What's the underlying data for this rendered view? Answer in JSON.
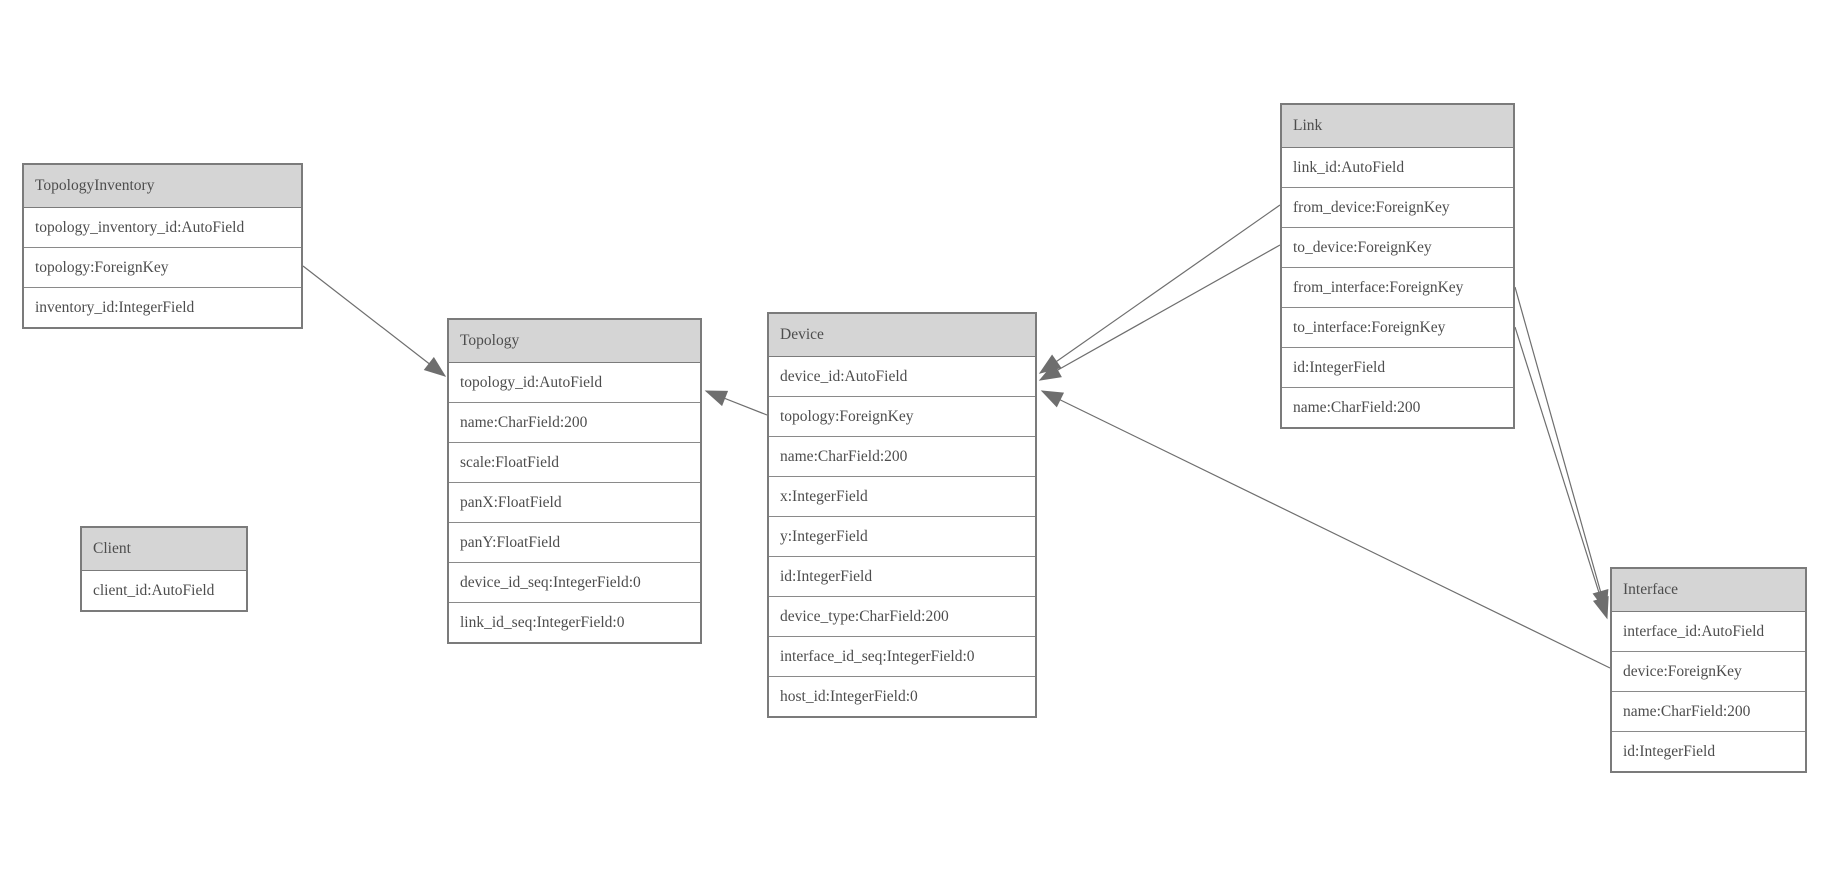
{
  "diagram": {
    "entities": [
      {
        "name": "TopologyInventory",
        "fields": [
          "topology_inventory_id:AutoField",
          "topology:ForeignKey",
          "inventory_id:IntegerField"
        ]
      },
      {
        "name": "Topology",
        "fields": [
          "topology_id:AutoField",
          "name:CharField:200",
          "scale:FloatField",
          "panX:FloatField",
          "panY:FloatField",
          "device_id_seq:IntegerField:0",
          "link_id_seq:IntegerField:0"
        ]
      },
      {
        "name": "Client",
        "fields": [
          "client_id:AutoField"
        ]
      },
      {
        "name": "Device",
        "fields": [
          "device_id:AutoField",
          "topology:ForeignKey",
          "name:CharField:200",
          "x:IntegerField",
          "y:IntegerField",
          "id:IntegerField",
          "device_type:CharField:200",
          "interface_id_seq:IntegerField:0",
          "host_id:IntegerField:0"
        ]
      },
      {
        "name": "Link",
        "fields": [
          "link_id:AutoField",
          "from_device:ForeignKey",
          "to_device:ForeignKey",
          "from_interface:ForeignKey",
          "to_interface:ForeignKey",
          "id:IntegerField",
          "name:CharField:200"
        ]
      },
      {
        "name": "Interface",
        "fields": [
          "interface_id:AutoField",
          "device:ForeignKey",
          "name:CharField:200",
          "id:IntegerField"
        ]
      }
    ],
    "relationships": [
      {
        "from": "TopologyInventory.topology",
        "to": "Topology.topology_id"
      },
      {
        "from": "Device.topology",
        "to": "Topology.topology_id"
      },
      {
        "from": "Link.from_device",
        "to": "Device.device_id"
      },
      {
        "from": "Link.to_device",
        "to": "Device.device_id"
      },
      {
        "from": "Interface.device",
        "to": "Device.device_id"
      },
      {
        "from": "Link.from_interface",
        "to": "Interface.interface_id"
      },
      {
        "from": "Link.to_interface",
        "to": "Interface.interface_id"
      }
    ],
    "colors": {
      "background": "#ffffff",
      "header_fill": "#d5d5d5",
      "row_fill": "#ffffff",
      "border": "#7b7b7b",
      "row_separator": "#8a8a8a",
      "text": "#4d4d4d",
      "connector": "#6e6e6e",
      "arrow_fill": "#6e6e6e"
    }
  }
}
